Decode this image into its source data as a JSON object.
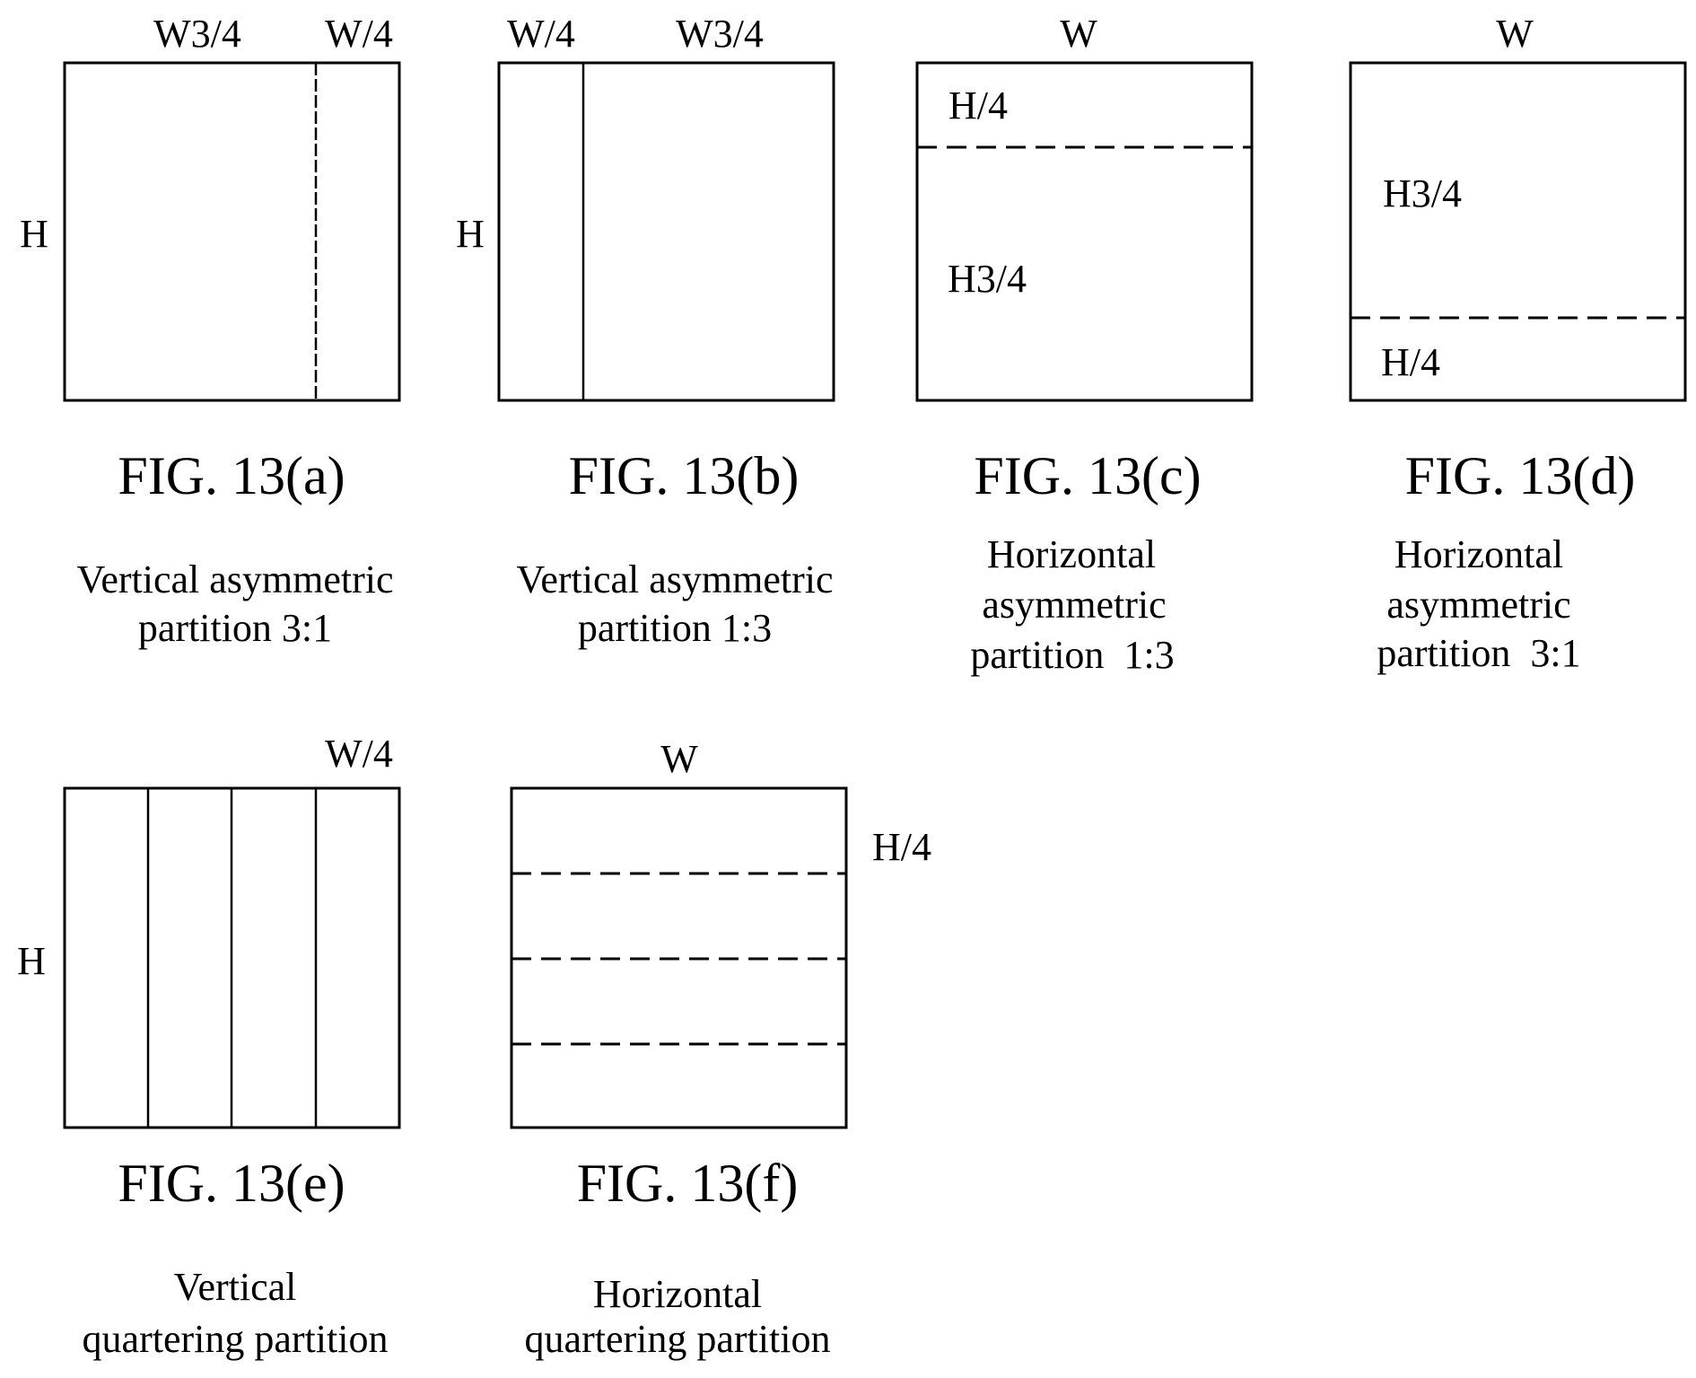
{
  "colors": {
    "stroke": "#000000",
    "background": "#ffffff"
  },
  "figures": {
    "a": {
      "top_left_label": "W3/4",
      "top_right_label": "W/4",
      "side_label": "H",
      "fig_label": "FIG. 13(a)",
      "caption_lines": [
        "Vertical asymmetric",
        "partition 3:1"
      ]
    },
    "b": {
      "top_left_label": "W/4",
      "top_right_label": "W3/4",
      "side_label": "H",
      "fig_label": "FIG. 13(b)",
      "caption_lines": [
        "Vertical asymmetric",
        "partition 1:3"
      ]
    },
    "c": {
      "top_label": "W",
      "upper_label": "H/4",
      "lower_label": "H3/4",
      "fig_label": "FIG. 13(c)",
      "caption_lines": [
        "Horizontal",
        "asymmetric",
        "partition  1:3"
      ]
    },
    "d": {
      "top_label": "W",
      "upper_label": "H3/4",
      "lower_label": "H/4",
      "fig_label": "FIG. 13(d)",
      "caption_lines": [
        "Horizontal",
        "asymmetric",
        "partition  3:1"
      ]
    },
    "e": {
      "top_right_label": "W/4",
      "side_label": "H",
      "fig_label": "FIG. 13(e)",
      "caption_lines": [
        "Vertical",
        "quartering partition"
      ]
    },
    "f": {
      "top_label": "W",
      "side_label": "H/4",
      "fig_label": "FIG. 13(f)",
      "caption_lines": [
        "Horizontal",
        "quartering partition"
      ]
    }
  }
}
